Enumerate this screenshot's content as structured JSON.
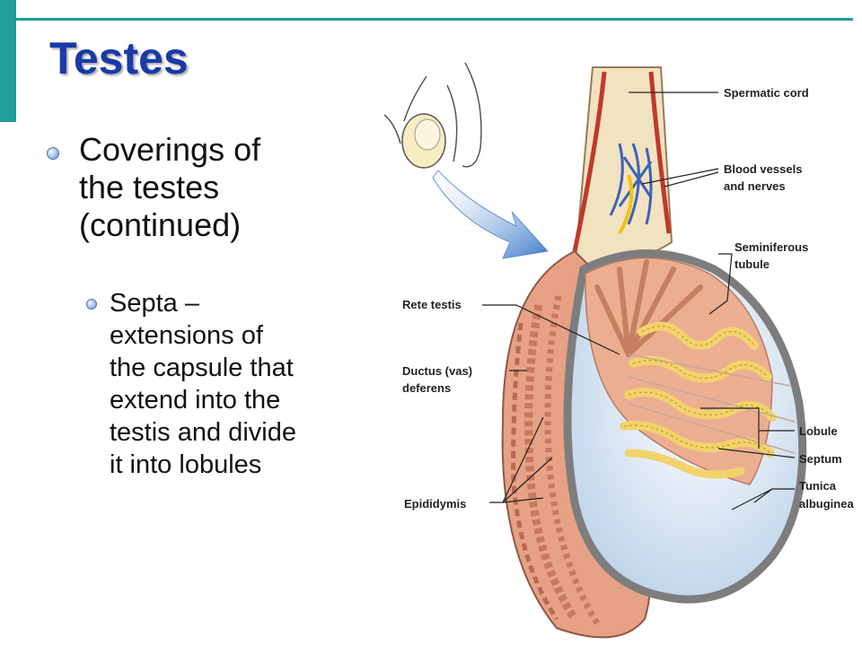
{
  "slide": {
    "title": "Testes",
    "bullet_level1": "Coverings of\nthe testes\n(continued)",
    "bullet_level2": "Septa –\nextensions of\nthe capsule that\nextend into the\ntestis and divide\nit into lobules"
  },
  "figure": {
    "labels": {
      "spermatic_cord": "Spermatic cord",
      "blood_vessels_1": "Blood vessels",
      "blood_vessels_2": "and nerves",
      "seminiferous_1": "Seminiferous",
      "seminiferous_2": "tubule",
      "rete_testis": "Rete testis",
      "ductus_1": "Ductus (vas)",
      "ductus_2": "deferens",
      "lobule": "Lobule",
      "septum": "Septum",
      "tunica_1": "Tunica",
      "tunica_2": "albuginea",
      "epididymis": "Epididymis"
    }
  },
  "colors": {
    "accent": "#1f9e9a",
    "title": "#1a3aa8",
    "tubule_yellow": "#f2d36b",
    "tissue_pink": "#e7a184"
  }
}
